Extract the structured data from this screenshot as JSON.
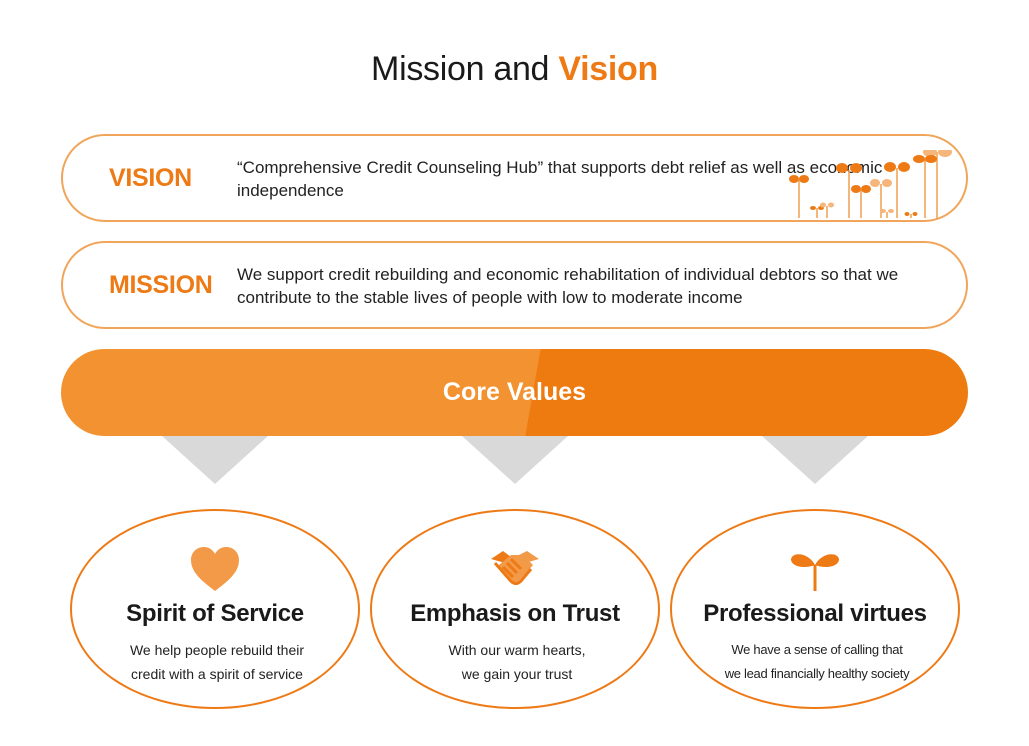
{
  "title": {
    "main": "Mission and",
    "accent": "Vision"
  },
  "vision": {
    "label": "VISION",
    "text": "“Comprehensive Credit Counseling Hub” that supports debt relief as well as economic independence",
    "icon": "sprouts-illustration"
  },
  "mission": {
    "label": "MISSION",
    "text": "We support credit rebuilding and economic rehabilitation of individual debtors so that we contribute to the stable lives of people with low to moderate income"
  },
  "core": {
    "label": "Core Values"
  },
  "values": [
    {
      "icon": "heart-icon",
      "title": "Spirit of Service",
      "lines": [
        "We help people rebuild their",
        "credit with a spirit of service"
      ]
    },
    {
      "icon": "handshake-icon",
      "title": "Emphasis on Trust",
      "lines": [
        "With our warm hearts,",
        "we gain your trust"
      ]
    },
    {
      "icon": "sprout-icon",
      "title": "Professional virtues",
      "lines": [
        "We have a sense of calling that",
        "we lead financially healthy society"
      ]
    }
  ],
  "colors": {
    "accent": "#ee7a16",
    "accent_light": "#f39230",
    "border": "#f0a55a",
    "arrow": "#d9d9d9"
  }
}
